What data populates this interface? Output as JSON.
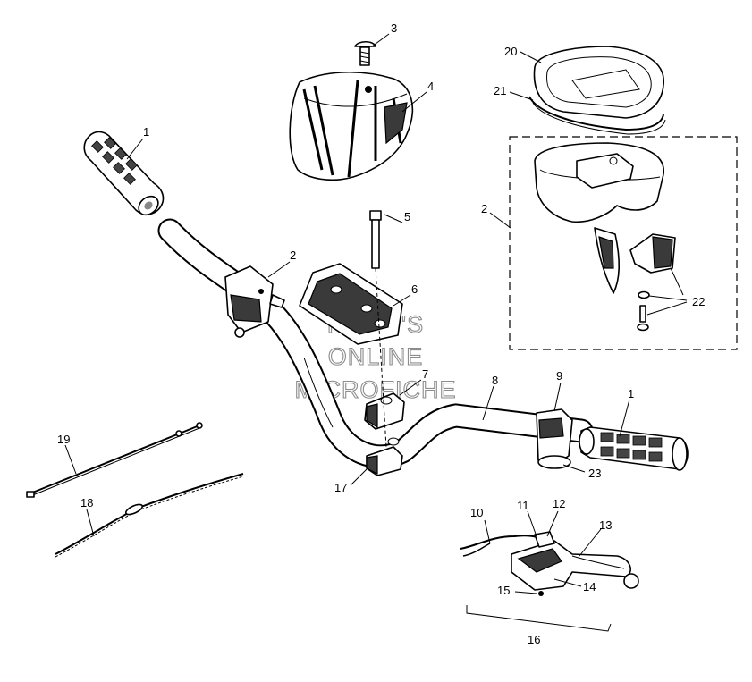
{
  "watermark": {
    "line1": "RILEY'S",
    "line2": "ONLINE",
    "line3": "MICROFICHE"
  },
  "callouts": [
    {
      "id": "c1a",
      "label": "1"
    },
    {
      "id": "c1b",
      "label": "1"
    },
    {
      "id": "c2a",
      "label": "2"
    },
    {
      "id": "c2b",
      "label": "2"
    },
    {
      "id": "c3",
      "label": "3"
    },
    {
      "id": "c4",
      "label": "4"
    },
    {
      "id": "c5",
      "label": "5"
    },
    {
      "id": "c6",
      "label": "6"
    },
    {
      "id": "c7",
      "label": "7"
    },
    {
      "id": "c8",
      "label": "8"
    },
    {
      "id": "c9",
      "label": "9"
    },
    {
      "id": "c10",
      "label": "10"
    },
    {
      "id": "c11",
      "label": "11"
    },
    {
      "id": "c12",
      "label": "12"
    },
    {
      "id": "c13",
      "label": "13"
    },
    {
      "id": "c14",
      "label": "14"
    },
    {
      "id": "c15",
      "label": "15"
    },
    {
      "id": "c16",
      "label": "16"
    },
    {
      "id": "c17",
      "label": "17"
    },
    {
      "id": "c18",
      "label": "18"
    },
    {
      "id": "c19",
      "label": "19"
    },
    {
      "id": "c20",
      "label": "20"
    },
    {
      "id": "c21",
      "label": "21"
    },
    {
      "id": "c22",
      "label": "22"
    },
    {
      "id": "c23",
      "label": "23"
    }
  ]
}
